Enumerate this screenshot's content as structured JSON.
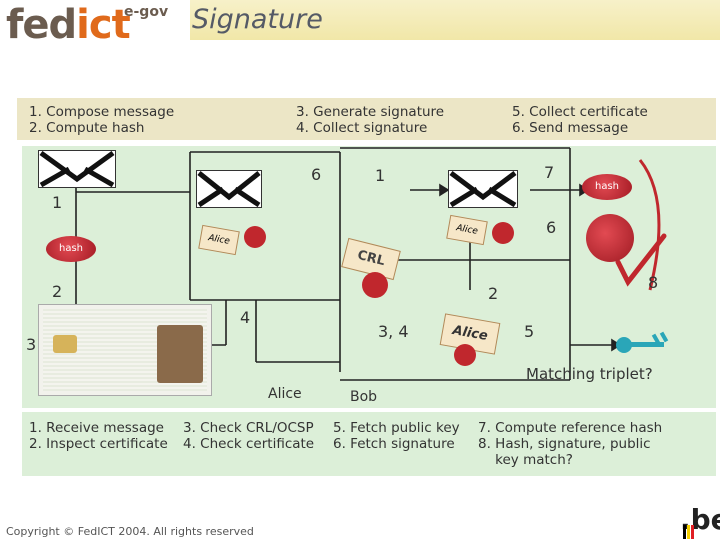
{
  "header": {
    "logo_fed": "fed",
    "logo_ict": "ict",
    "logo_egov": "e-gov",
    "title": "Signature"
  },
  "top_steps": {
    "col1": "1. Compose message\n2. Compute hash",
    "col2": "3. Generate signature\n4. Collect signature",
    "col3": "5. Collect certificate\n6. Send message"
  },
  "diagram": {
    "n1_left": "1",
    "n6_mid": "6",
    "n1_mid": "1",
    "n7": "7",
    "n6_right": "6",
    "n2_left": "2",
    "n2_mid": "2",
    "n8": "8",
    "n3": "3",
    "n5": "5",
    "n4": "4",
    "n34": "3, 4",
    "n5_right": "5",
    "hash_label": "hash",
    "hash_label_2": "hash",
    "crl_label": "CRL",
    "alice_tag": "Alice",
    "alice_tag_2": "Alice",
    "alice_tag_3": "Alice",
    "alice_name": "Alice",
    "bob_name": "Bob",
    "matching": "Matching triplet?"
  },
  "bottom_steps": {
    "col1": "1. Receive message\n2. Inspect certificate",
    "col2": "3. Check CRL/OCSP\n4. Check certificate",
    "col3": "5. Fetch public key\n6. Fetch signature",
    "col4": "7. Compute reference hash\n8. Hash, signature, public\n    key match?"
  },
  "footer": {
    "copyright": "Copyright © FedICT 2004. All rights reserved",
    "be_logo": ".be"
  },
  "colors": {
    "accent_orange": "#e06a1b",
    "panel_beige": "#ece6c6",
    "panel_green": "#dcefd8",
    "seal_red": "#c0272d"
  }
}
